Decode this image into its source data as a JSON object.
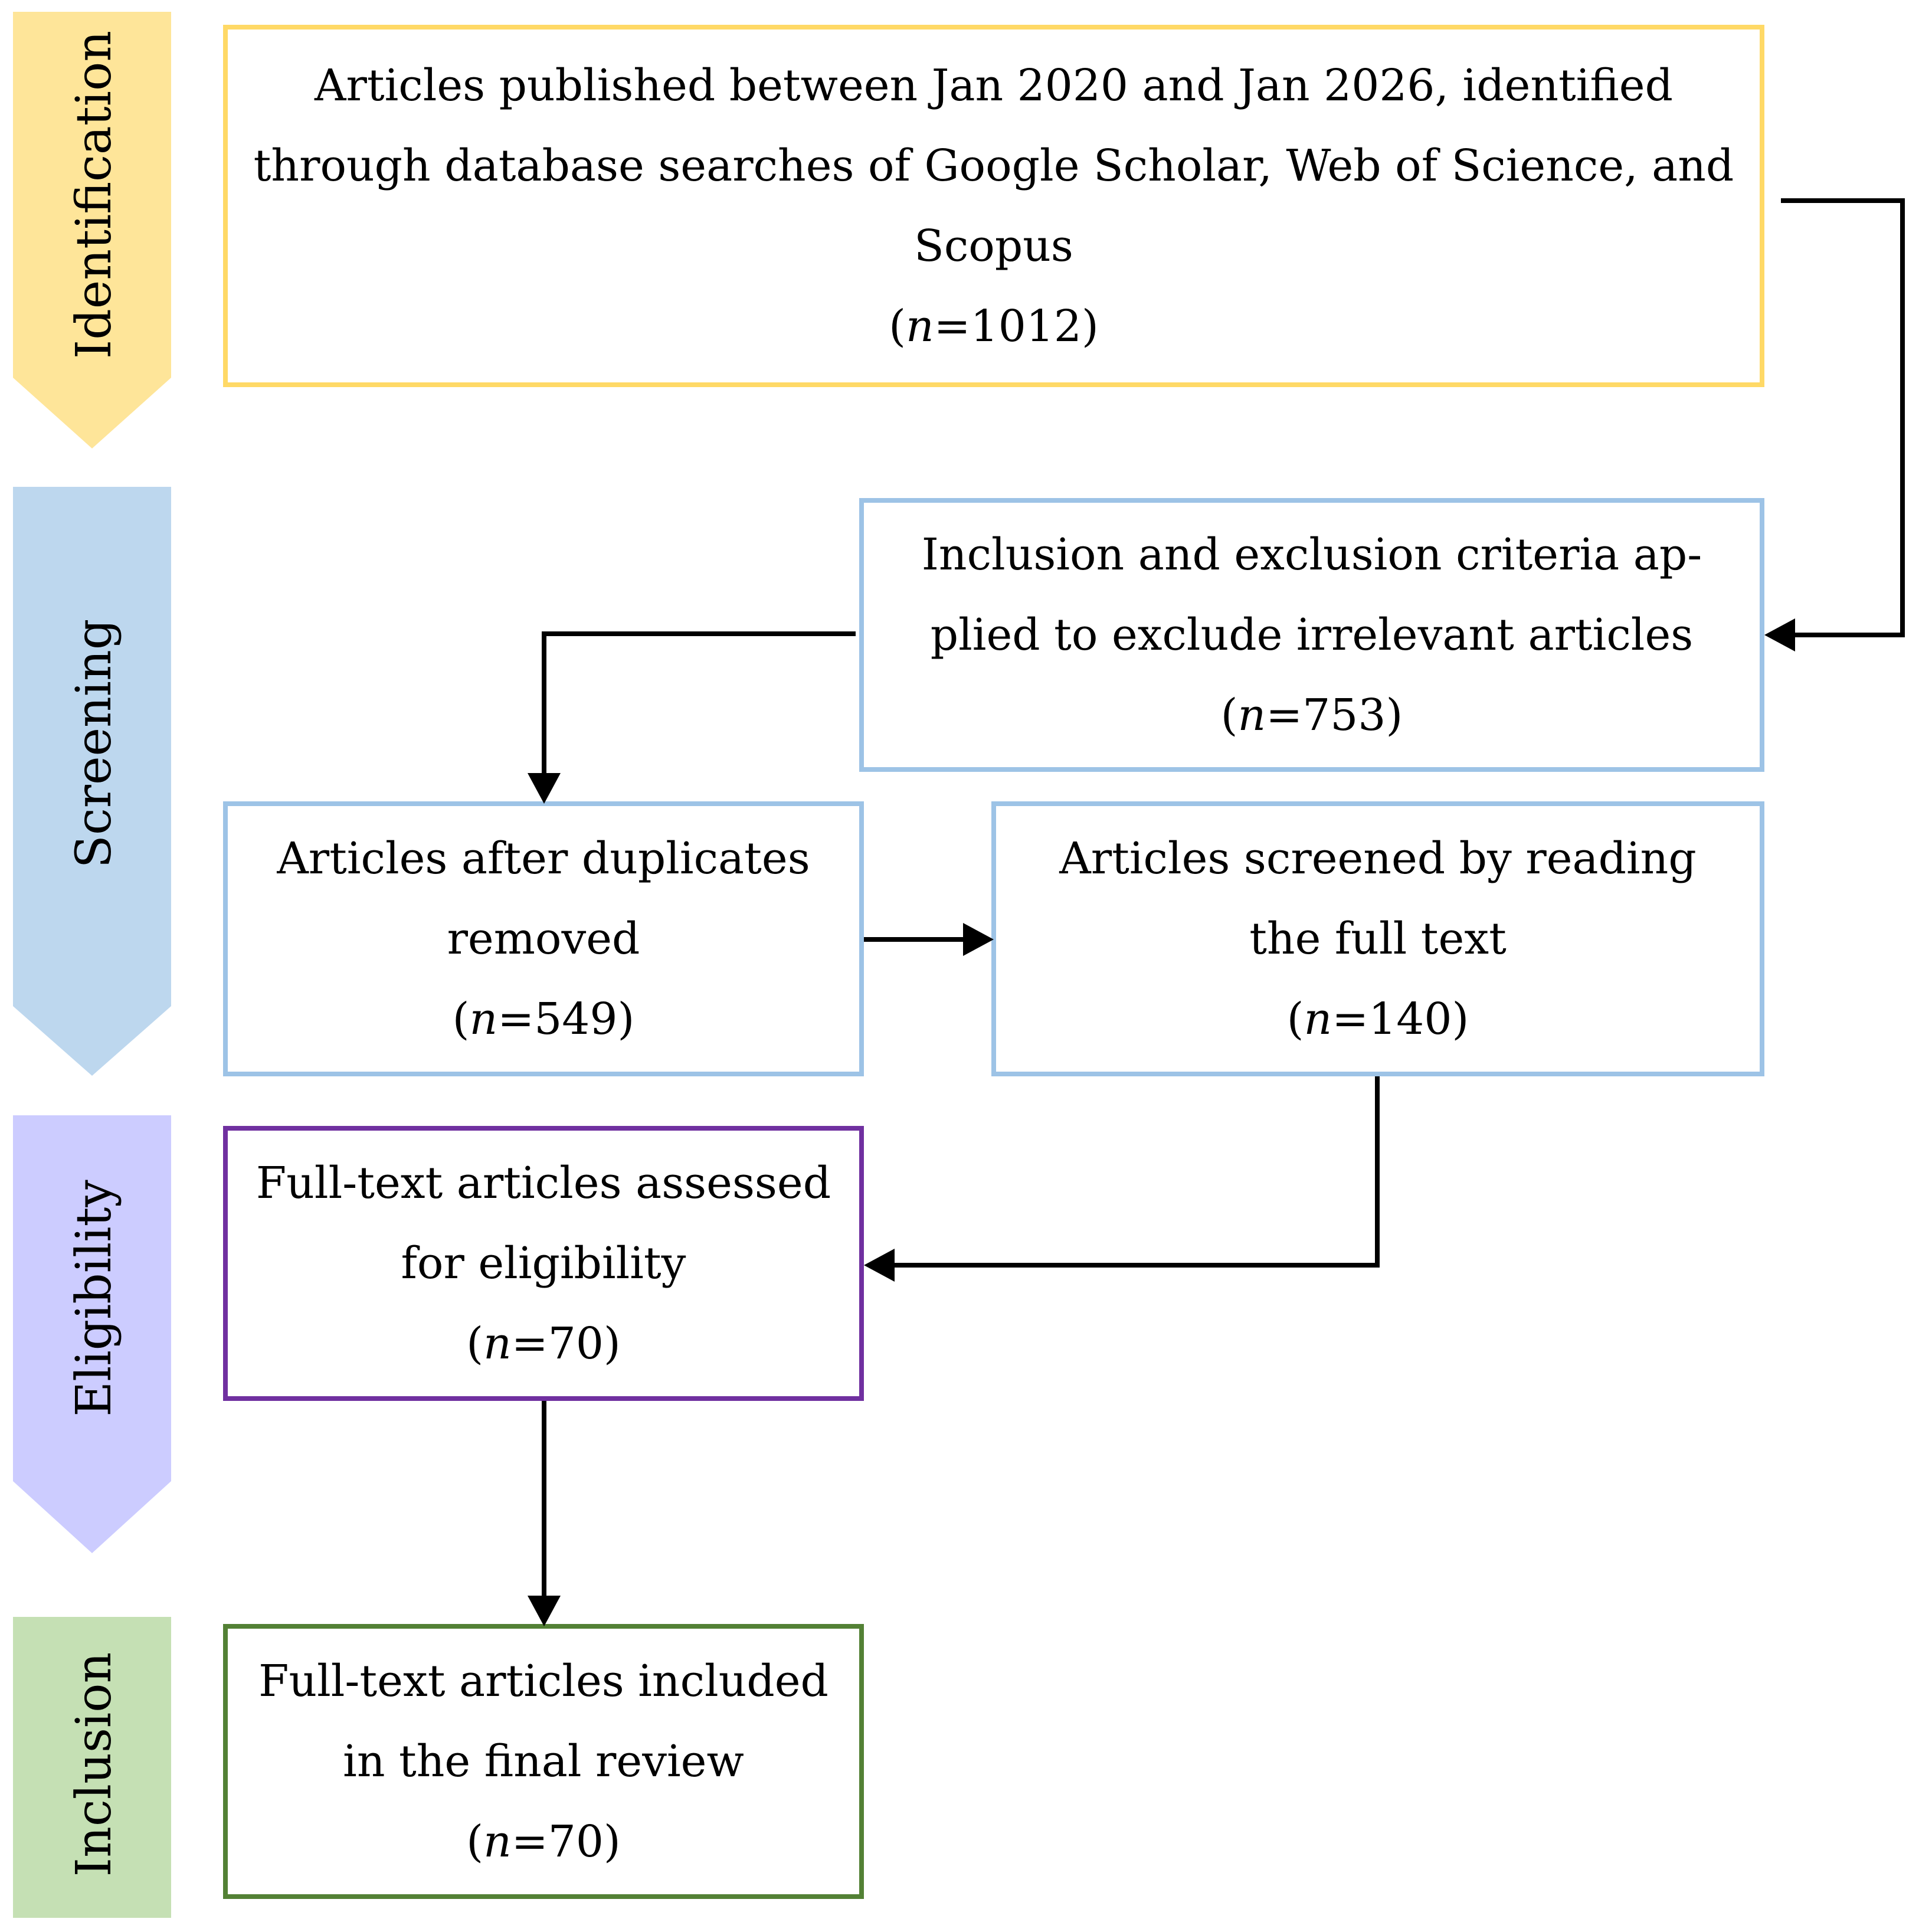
{
  "stages": {
    "identification": {
      "label": "Identification",
      "color": "#FEE599"
    },
    "screening": {
      "label": "Screening",
      "color": "#BDD7EE"
    },
    "eligibility": {
      "label": "Eligibility",
      "color": "#CCCCFF"
    },
    "inclusion": {
      "label": "Inclusion",
      "color": "#C5E0B4"
    }
  },
  "boxes": {
    "identified": {
      "lines": [
        "Articles published between Jan 2020 and Jan 2026, identified",
        "through database searches of Google Scholar, Web of Science, and",
        "Scopus"
      ],
      "n_label": "n",
      "n_value": "=1012",
      "border_color": "#FFD966"
    },
    "criteria": {
      "lines": [
        "Inclusion and exclusion criteria ap-",
        "plied to exclude irrelevant articles"
      ],
      "n_label": "n",
      "n_value": "=753",
      "border_color": "#9DC3E6"
    },
    "duplicates": {
      "lines": [
        "Articles after duplicates",
        "removed"
      ],
      "n_label": "n",
      "n_value": "=549",
      "border_color": "#9DC3E6"
    },
    "fulltext_screened": {
      "lines": [
        "Articles screened by reading",
        "the full text"
      ],
      "n_label": "n",
      "n_value": "=140",
      "border_color": "#9DC3E6"
    },
    "eligibility": {
      "lines": [
        "Full-text articles assessed",
        "for eligibility"
      ],
      "n_label": "n",
      "n_value": "=70",
      "border_color": "#7030A0"
    },
    "included": {
      "lines": [
        "Full-text articles included",
        "in the final review"
      ],
      "n_label": "n",
      "n_value": "=70",
      "border_color": "#538135"
    }
  }
}
